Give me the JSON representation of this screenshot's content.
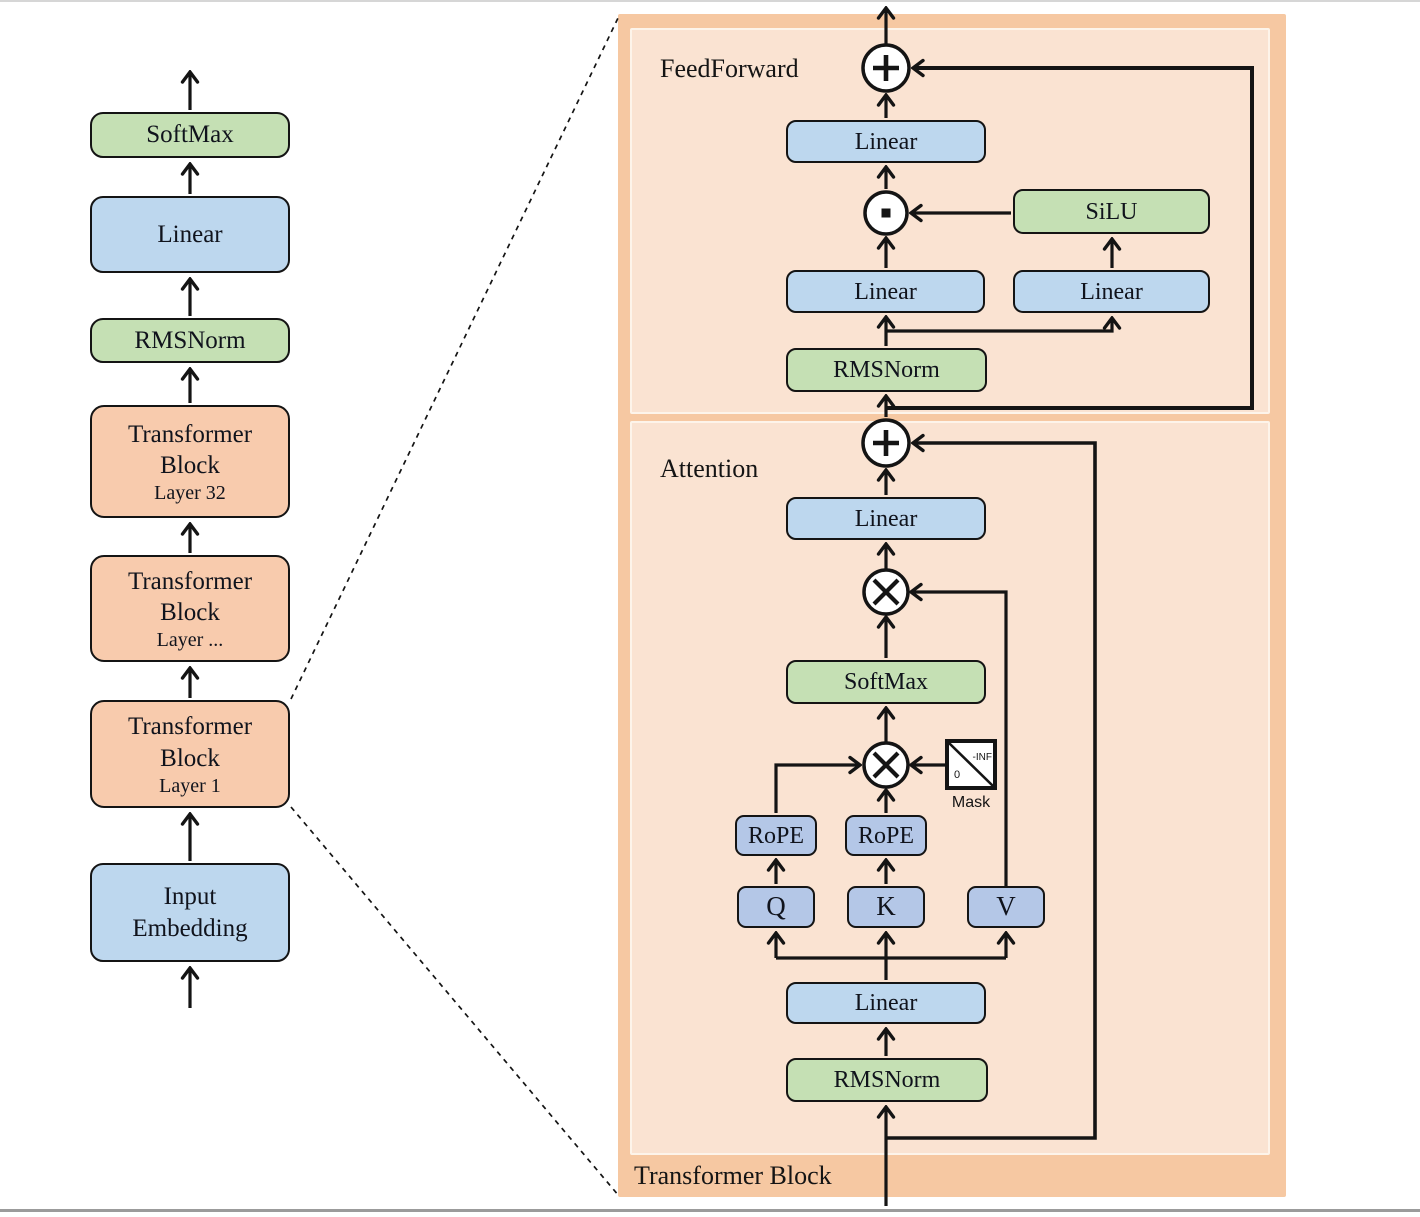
{
  "left": {
    "softmax": "SoftMax",
    "linear": "Linear",
    "rmsnorm": "RMSNorm",
    "block_word1": "Transformer",
    "block_word2": "Block",
    "layer32": "Layer 32",
    "layer_mid": "Layer ...",
    "layer1": "Layer 1",
    "embed1": "Input",
    "embed2": "Embedding"
  },
  "panel": {
    "title": "Transformer Block",
    "ff": {
      "label": "FeedForward",
      "linear_out": "Linear",
      "silu": "SiLU",
      "linear_gate": "Linear",
      "linear_up": "Linear",
      "rmsnorm": "RMSNorm"
    },
    "attn": {
      "label": "Attention",
      "linear_out": "Linear",
      "softmax": "SoftMax",
      "rope_q": "RoPE",
      "rope_k": "RoPE",
      "q": "Q",
      "k": "K",
      "v": "V",
      "linear_in": "Linear",
      "rmsnorm": "RMSNorm",
      "mask": {
        "inf": "-INF",
        "zero": "0",
        "label": "Mask"
      }
    }
  },
  "icons": {
    "residual_add": "plus-circle-icon",
    "matmul": "multiply-circle-icon",
    "elementwise_product": "dot-circle-icon",
    "mask_matrix": "mask-triangle-icon"
  },
  "colors": {
    "green": "#C5E0B4",
    "blue": "#BDD7EE",
    "qkv_blue": "#B4C7E7",
    "orange_box": "#F8CBAD",
    "panel_outer": "#F6C8A2",
    "panel_inner": "#FAE3D2",
    "line": "#141414"
  }
}
